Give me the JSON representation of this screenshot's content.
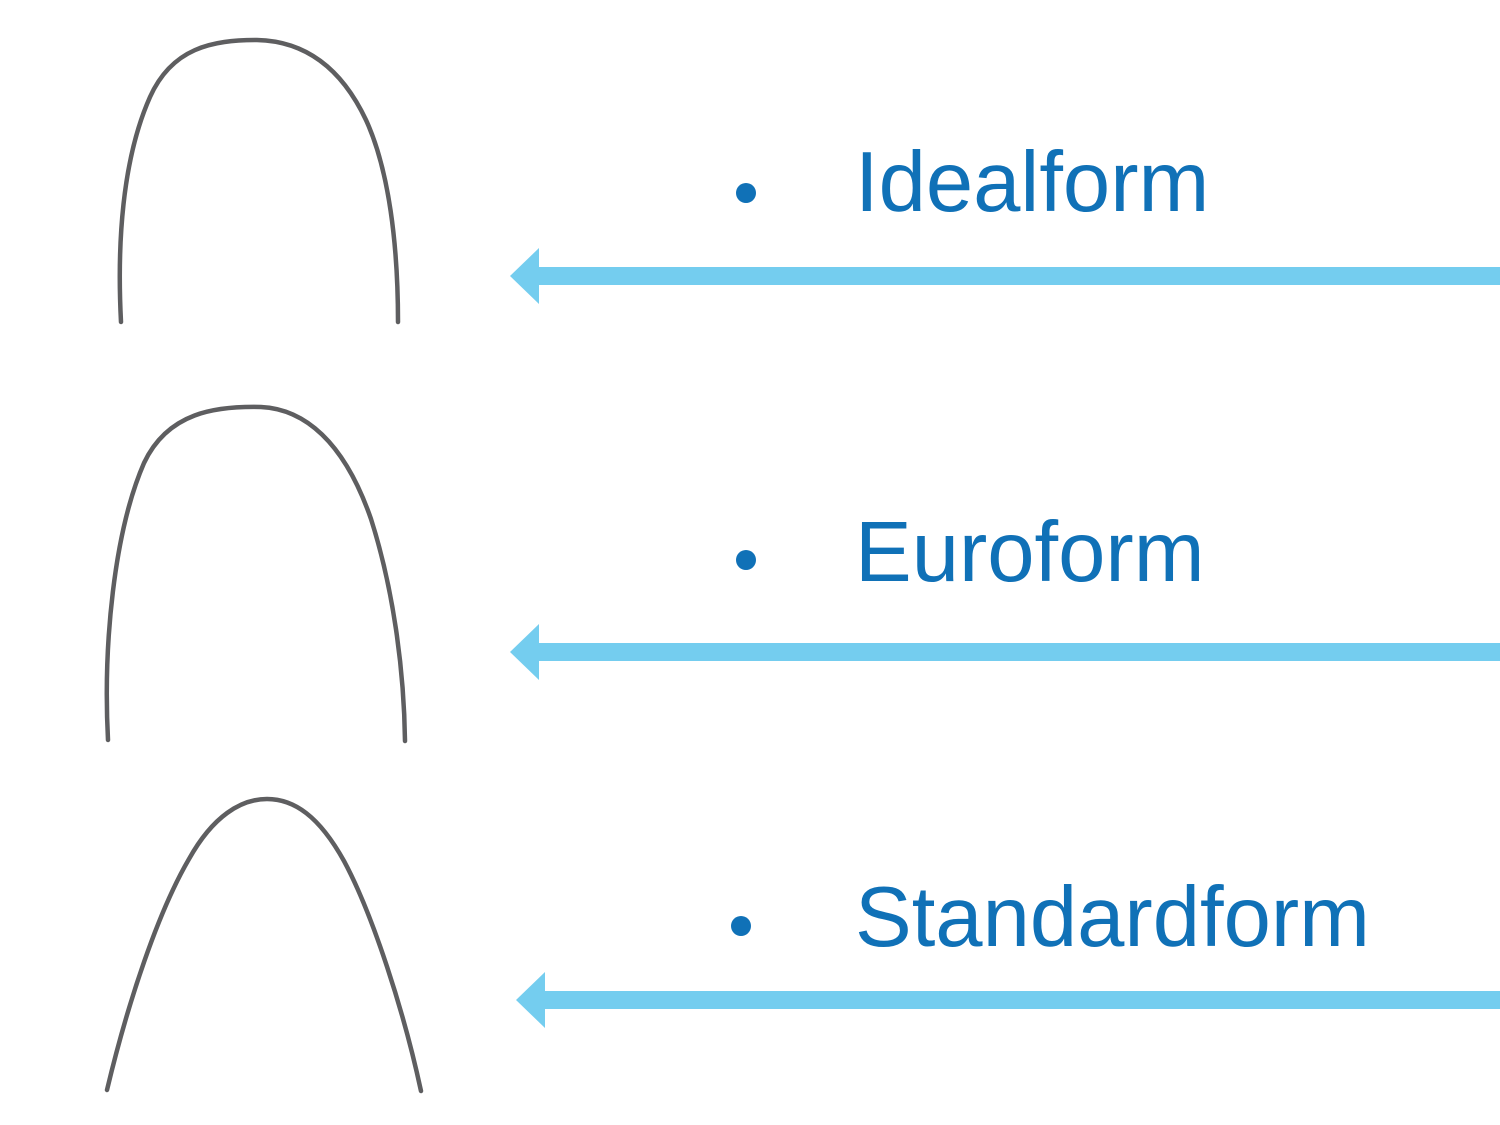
{
  "slide": {
    "background": "#ffffff",
    "description": "Three orthodontic archwire shapes, each annotated with a bulleted label and a light-blue arrow pointing left toward the wire drawing"
  },
  "colors": {
    "label_text": "#1071b7",
    "bullet": "#1071b7",
    "arrow": "#74cdef",
    "wire_stroke": "#5e5e60"
  },
  "icons": {
    "bullet": "bullet-icon",
    "arrow": "left-arrow-icon",
    "wire": "archwire-outline"
  },
  "items": [
    {
      "label": "Idealform"
    },
    {
      "label": "Euroform"
    },
    {
      "label": "Standardform"
    }
  ]
}
